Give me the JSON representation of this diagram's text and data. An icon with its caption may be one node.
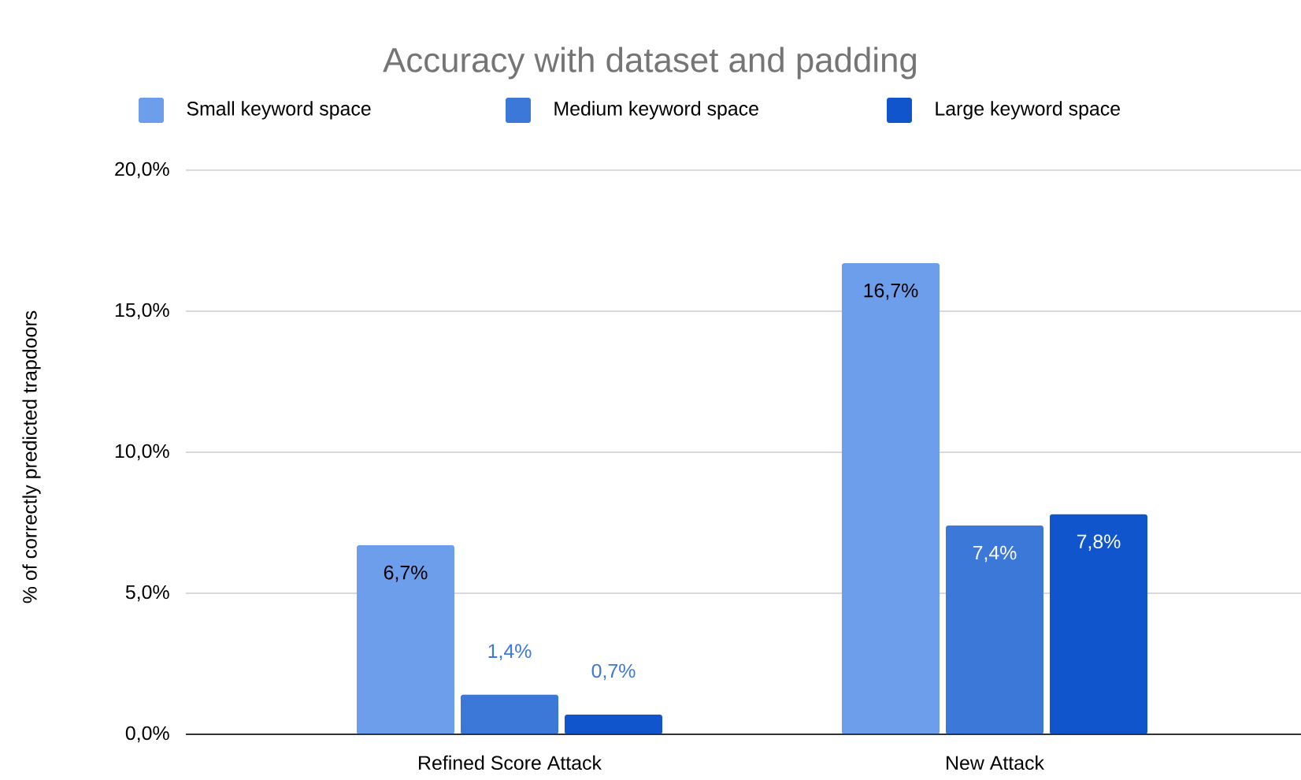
{
  "diagram": {
    "title": "Accuracy with dataset and padding",
    "chart_data": {
      "type": "bar",
      "ylabel": "% of correctly predicted trapdoors",
      "categories": [
        "Refined Score Attack",
        "New Attack"
      ],
      "series": [
        {
          "name": "Small keyword space",
          "color": "#6d9eeb",
          "values": [
            6.7,
            16.7
          ],
          "value_labels": [
            "6,7%",
            "16,7%"
          ]
        },
        {
          "name": "Medium keyword space",
          "color": "#3c78d8",
          "values": [
            1.4,
            7.4
          ],
          "value_labels": [
            "1,4%",
            "7,4%"
          ]
        },
        {
          "name": "Large keyword space",
          "color": "#1155cc",
          "values": [
            0.7,
            7.8
          ],
          "value_labels": [
            "0,7%",
            "7,8%"
          ]
        }
      ],
      "ylim": [
        0,
        20
      ],
      "grid": true,
      "legend": "top",
      "yticks": [
        {
          "value": 0,
          "label": "0,0%"
        },
        {
          "value": 5,
          "label": "5,0%"
        },
        {
          "value": 10,
          "label": "10,0%"
        },
        {
          "value": 15,
          "label": "15,0%"
        },
        {
          "value": 20,
          "label": "20,0%"
        }
      ]
    }
  }
}
